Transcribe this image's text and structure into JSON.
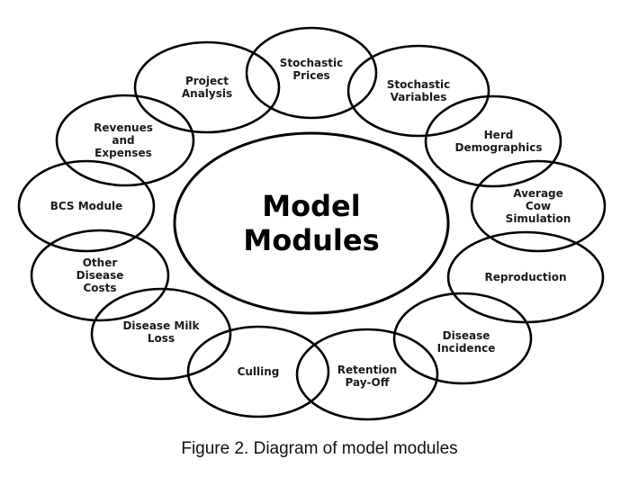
{
  "diagram": {
    "center": {
      "lines": [
        "Model",
        "Modules"
      ]
    },
    "modules": [
      {
        "id": "stochastic-prices",
        "lines": [
          "Stochastic",
          "Prices"
        ]
      },
      {
        "id": "stochastic-variables",
        "lines": [
          "Stochastic",
          "Variables"
        ]
      },
      {
        "id": "herd-demographics",
        "lines": [
          "Herd",
          "Demographics"
        ]
      },
      {
        "id": "average-cow-simulation",
        "lines": [
          "Average",
          "Cow",
          "Simulation"
        ]
      },
      {
        "id": "reproduction",
        "lines": [
          "Reproduction"
        ]
      },
      {
        "id": "disease-incidence",
        "lines": [
          "Disease",
          "Incidence"
        ]
      },
      {
        "id": "retention-pay-off",
        "lines": [
          "Retention",
          "Pay-Off"
        ]
      },
      {
        "id": "culling",
        "lines": [
          "Culling"
        ]
      },
      {
        "id": "disease-milk-loss",
        "lines": [
          "Disease Milk",
          "Loss"
        ]
      },
      {
        "id": "other-disease-costs",
        "lines": [
          "Other",
          "Disease",
          "Costs"
        ]
      },
      {
        "id": "bcs-module",
        "lines": [
          "BCS Module"
        ]
      },
      {
        "id": "revenues-and-expenses",
        "lines": [
          "Revenues",
          "and",
          "Expenses"
        ]
      },
      {
        "id": "project-analysis",
        "lines": [
          "Project",
          "Analysis"
        ]
      }
    ]
  },
  "caption": "Figure  2. Diagram of model modules"
}
